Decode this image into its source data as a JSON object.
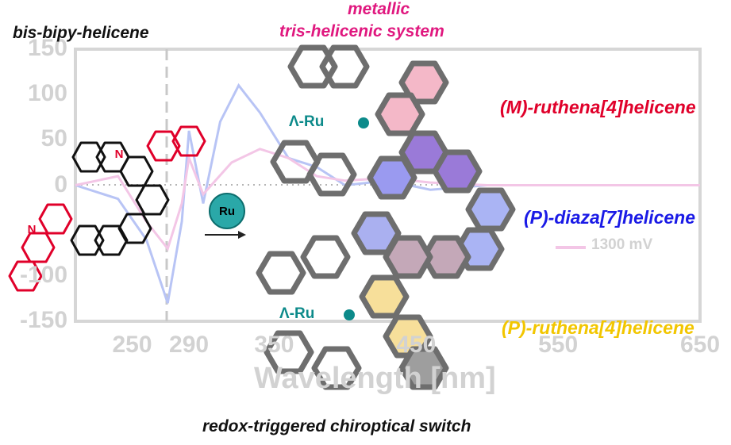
{
  "title_left": "bis-bipy-helicene",
  "title_top_line1": "metallic",
  "title_top_line2": "tris-helicenic system",
  "label_m_ruthena": "(M)-ruthena[4]helicene",
  "label_p_diaza": "(P)-diaza[7]helicene",
  "label_p_ruthena": "(P)-ruthena[4]helicene",
  "ru_center_top": "Λ-Ru",
  "ru_center_bottom": "Λ-Ru",
  "ru_reagent": "Ru",
  "atom_n": "N",
  "caption_bottom": "redox-triggered chiroptical switch",
  "chart_data": {
    "type": "line",
    "ylabel": "",
    "xlabel": "Wavelength [nm]",
    "x_ticks": [
      "250",
      "290",
      "350",
      "450",
      "550",
      "650"
    ],
    "y_ticks": [
      "150",
      "100",
      "50",
      "0",
      "-100",
      "-150"
    ],
    "xlim": [
      210,
      650
    ],
    "ylim": [
      -150,
      150
    ],
    "legend_entry": "1300 mV",
    "series": [
      {
        "color": "#b8c4f5",
        "x": [
          210,
          240,
          260,
          275,
          285,
          290,
          300,
          312,
          325,
          340,
          360,
          380,
          400,
          430,
          460,
          500,
          550,
          600,
          650
        ],
        "y": [
          0,
          -15,
          -60,
          -130,
          -40,
          60,
          -20,
          70,
          110,
          80,
          30,
          20,
          0,
          5,
          -5,
          0,
          0,
          0,
          0
        ]
      },
      {
        "color": "#f3c6e6",
        "x": [
          210,
          240,
          260,
          275,
          285,
          290,
          300,
          320,
          340,
          360,
          380,
          400,
          430,
          460,
          500,
          550,
          600,
          650
        ],
        "y": [
          0,
          10,
          -40,
          -70,
          -20,
          30,
          -10,
          25,
          40,
          30,
          10,
          5,
          8,
          3,
          0,
          0,
          0,
          0
        ]
      }
    ]
  },
  "colors": {
    "magenta": "#e0187f",
    "crimson": "#e0002a",
    "blue": "#1a1ae6",
    "gold": "#f2c600",
    "teal": "#0c8a8a",
    "axis_gray": "#d6d6d6"
  }
}
